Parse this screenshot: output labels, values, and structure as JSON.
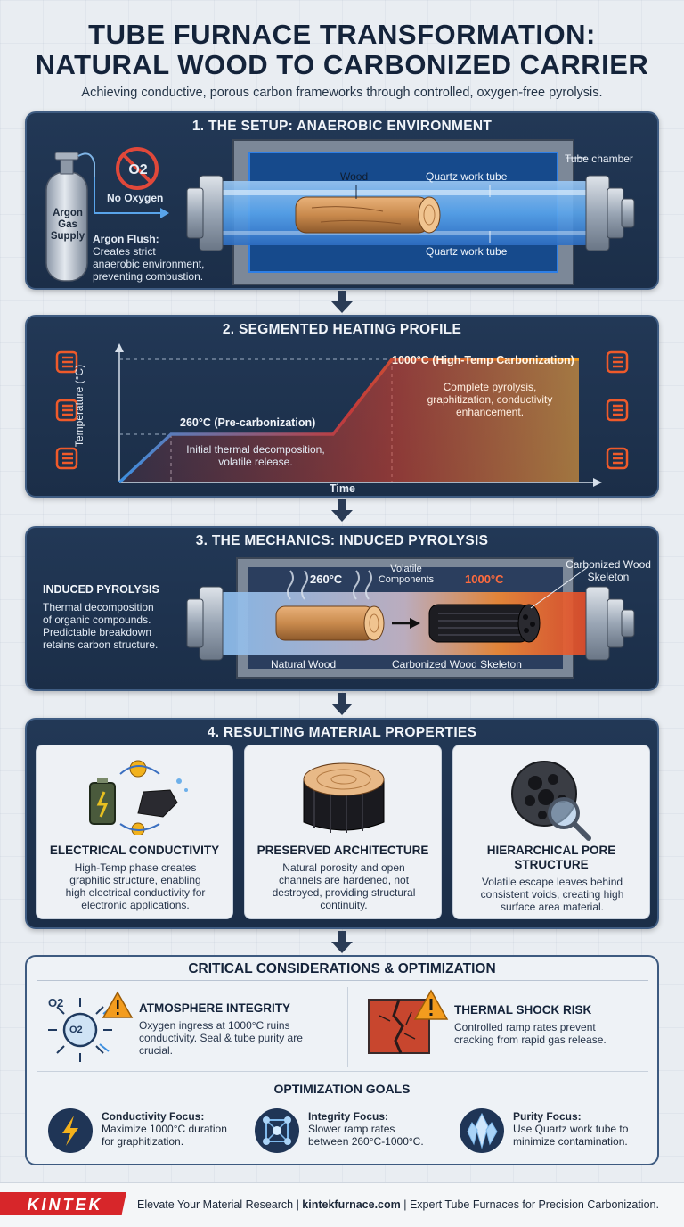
{
  "header": {
    "title_line1": "TUBE FURNACE TRANSFORMATION:",
    "title_line2": "NATURAL WOOD TO CARBONIZED CARRIER",
    "subtitle": "Achieving conductive, porous carbon frameworks through controlled, oxygen-free pyrolysis."
  },
  "setup": {
    "title": "1. THE SETUP: ANAEROBIC ENVIRONMENT",
    "no_oxygen": "No Oxygen",
    "o2_symbol": "O2",
    "argon_line1": "Argon",
    "argon_line2": "Gas",
    "argon_line3": "Supply",
    "flush_title": "Argon Flush:",
    "flush_line1": "Creates strict",
    "flush_line2": "anaerobic environment,",
    "flush_line3": "preventing combustion.",
    "wood_label": "Wood",
    "tube_label_top": "Quartz work tube",
    "tube_label_bottom": "Quartz work tube",
    "chamber_label": "Tube chamber"
  },
  "heating": {
    "title": "2. SEGMENTED HEATING PROFILE",
    "ylabel": "Temperature (°C)",
    "xlabel": "Time",
    "low_label": "260°C (Pre-carbonization)",
    "low_desc_line1": "Initial thermal decomposition,",
    "low_desc_line2": "volatile release.",
    "high_label": "1000°C (High-Temp Carbonization)",
    "high_desc_line1": "Complete pyrolysis,",
    "high_desc_line2": "graphitization, conductivity",
    "high_desc_line3": "enhancement."
  },
  "mechanics": {
    "title": "3. THE MECHANICS: INDUCED PYROLYSIS",
    "heading": "INDUCED PYROLYSIS",
    "desc_line1": "Thermal decomposition",
    "desc_line2": "of organic compounds.",
    "desc_line3": "Predictable breakdown",
    "desc_line4": "retains carbon structure.",
    "temp_low": "260°C",
    "temp_high": "1000°C",
    "volatile_line1": "Volatile",
    "volatile_line2": "Components",
    "natural_wood": "Natural Wood",
    "carbonized_skeleton": "Carbonized Wood Skeleton",
    "callout_line1": "Carbonized Wood",
    "callout_line2": "Skeleton"
  },
  "properties": {
    "title": "4. RESULTING MATERIAL PROPERTIES",
    "cards": [
      {
        "title_line1": "ELECTRICAL CONDUCTIVITY",
        "title_line2": "",
        "text_line1": "High-Temp phase creates",
        "text_line2": "graphitic structure, enabling",
        "text_line3": "high electrical conductivity for",
        "text_line4": "electronic applications."
      },
      {
        "title_line1": "PRESERVED ARCHITECTURE",
        "title_line2": "",
        "text_line1": "Natural porosity and open",
        "text_line2": "channels are hardened, not",
        "text_line3": "destroyed, providing structural",
        "text_line4": "continuity."
      },
      {
        "title_line1": "HIERARCHICAL PORE",
        "title_line2": "STRUCTURE",
        "text_line1": "Volatile escape leaves behind",
        "text_line2": "consistent voids, creating high",
        "text_line3": "surface area material.",
        "text_line4": ""
      }
    ]
  },
  "considerations": {
    "title": "CRITICAL CONSIDERATIONS & OPTIMIZATION",
    "atmosphere_title": "ATMOSPHERE INTEGRITY",
    "atmosphere_line1": "Oxygen ingress at 1000°C ruins",
    "atmosphere_line2": "conductivity. Seal & tube purity are",
    "atmosphere_line3": "crucial.",
    "o2_label": "O2",
    "thermal_title": "THERMAL SHOCK RISK",
    "thermal_line1": "Controlled ramp rates prevent",
    "thermal_line2": "cracking from rapid gas release.",
    "goals_title": "OPTIMIZATION GOALS",
    "goals": [
      {
        "title": "Conductivity Focus:",
        "line1": "Maximize 1000°C duration",
        "line2": "for graphitization."
      },
      {
        "title": "Integrity Focus:",
        "line1": "Slower ramp rates",
        "line2": "between 260°C-1000°C."
      },
      {
        "title": "Purity Focus:",
        "line1": "Use Quartz work tube to",
        "line2": "minimize contamination."
      }
    ]
  },
  "footer": {
    "brand": "KINTEK",
    "text1": "Elevate Your Material Research | ",
    "link": "kintekfurnace.com",
    "text2": " | Expert Tube Furnaces for Precision Carbonization."
  },
  "colors": {
    "panel_bg": "#1f3350",
    "heat_red": "#e8432b",
    "heat_blue": "#3d8fe0",
    "accent_orange": "#f39c1e",
    "brand_red": "#d7262a"
  }
}
